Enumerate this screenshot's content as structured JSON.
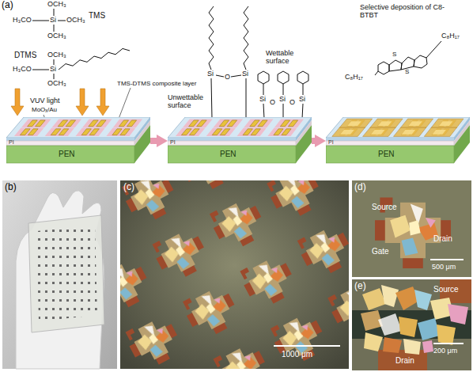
{
  "diagram": {
    "nodes": [
      {
        "text": [
          "PI",
          "PEN"
        ]
      },
      {
        "text": [
          "PI",
          "PEN"
        ]
      },
      {
        "text": [
          "PI",
          "PEN"
        ]
      }
    ],
    "edges": [
      {
        "from": 0,
        "to": 1,
        "arrow": "to"
      },
      {
        "from": 1,
        "to": 2,
        "arrow": "to"
      }
    ],
    "labels": [
      "(a)",
      "OCH₃",
      "TMS",
      "H₃CO",
      "Si",
      "OCH₃",
      "OCH₃",
      "DTMS",
      "OCH₃",
      "H₃CO",
      "Si",
      "OCH₃",
      "VUV light",
      "TMS-DTMS composite layer",
      "MoOₓ/Au",
      "Si",
      "O",
      "Si",
      "Unwettable surface",
      "Wettable surface",
      "Si",
      "O",
      "Si",
      "O",
      "Si",
      "Selective deposition of C8-BTBT",
      "C₈H₁₇",
      "S",
      "S",
      "C₈H₁₇",
      "(b)",
      "(c)",
      "1000 μm",
      "(d)",
      "Source",
      "Drain",
      "Gate",
      "500 μm",
      "(e)",
      "Source",
      "Drain",
      "200 μm"
    ]
  }
}
